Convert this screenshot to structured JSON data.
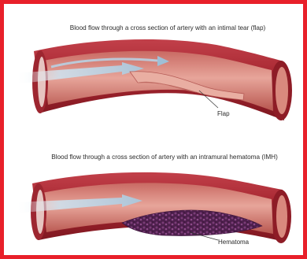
{
  "diagram1": {
    "caption": "Blood flow through a cross section of artery with an intimal tear (flap)",
    "label": "Flap"
  },
  "diagram2": {
    "caption": "Blood flow through a cross section of artery with an intramural hematoma (IMH)",
    "label": "Hematoma"
  },
  "colors": {
    "border": "#e8202a",
    "vessel_outer": "#a8252f",
    "vessel_inner": "#d98a7e",
    "flow_arrow": "#b9d2e3",
    "hematoma": "#5b2a5a"
  }
}
